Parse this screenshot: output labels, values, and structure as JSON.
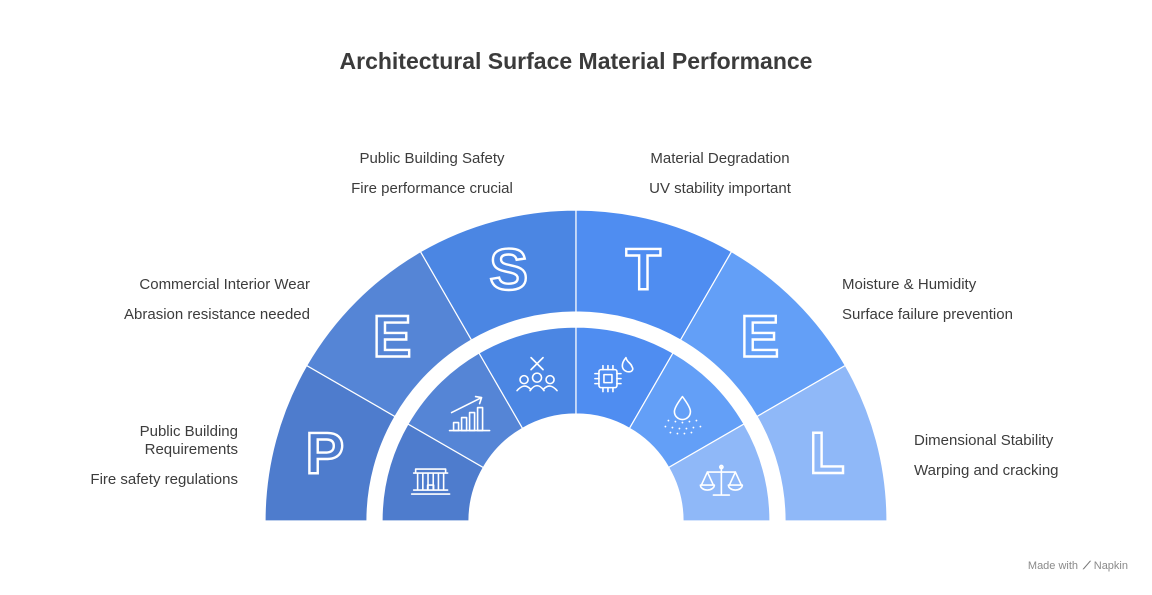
{
  "title": "Architectural Surface Material Performance",
  "segments": [
    {
      "letter": "P",
      "title": "Public Building Requirements",
      "description": "Fire safety regulations",
      "icon": "government-building-icon",
      "outer_color": "#4e7ccd",
      "inner_color": "#4e7ccd"
    },
    {
      "letter": "E",
      "title": "Commercial Interior Wear",
      "description": "Abrasion resistance needed",
      "icon": "bar-chart-growth-icon",
      "outer_color": "#5585d6",
      "inner_color": "#5585d6"
    },
    {
      "letter": "S",
      "title": "Public Building Safety",
      "description": "Fire performance crucial",
      "icon": "people-group-icon",
      "outer_color": "#4b86e3",
      "inner_color": "#4b86e3"
    },
    {
      "letter": "T",
      "title": "Material Degradation",
      "description": "UV stability important",
      "icon": "chip-flame-icon",
      "outer_color": "#4f8df1",
      "inner_color": "#4f8df1"
    },
    {
      "letter": "E",
      "title": "Moisture & Humidity",
      "description": "Surface failure prevention",
      "icon": "water-drop-icon",
      "outer_color": "#639ff7",
      "inner_color": "#639ff7"
    },
    {
      "letter": "L",
      "title": "Dimensional Stability",
      "description": "Warping and cracking",
      "icon": "balance-scale-icon",
      "outer_color": "#8fb8f8",
      "inner_color": "#8fb8f8"
    }
  ],
  "watermark": {
    "made_with": "Made with",
    "brand": "Napkin"
  }
}
